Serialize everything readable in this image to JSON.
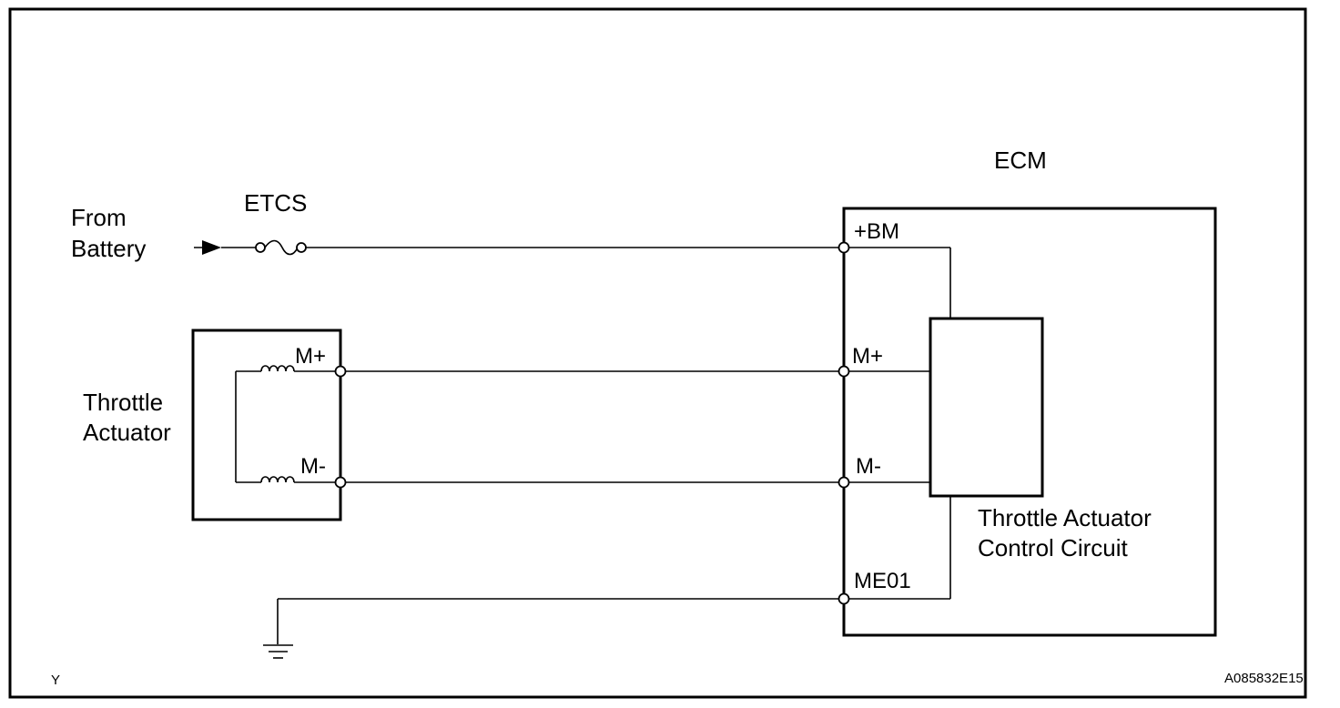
{
  "labels": {
    "from_battery_line1": "From",
    "from_battery_line2": "Battery",
    "fuse": "ETCS",
    "ecm": "ECM",
    "throttle_actuator_line1": "Throttle",
    "throttle_actuator_line2": "Actuator",
    "control_circuit_line1": "Throttle Actuator",
    "control_circuit_line2": "Control Circuit",
    "corner_left": "Y",
    "figure_code": "A085832E15"
  },
  "pins": {
    "bm": "+BM",
    "ecm_m_plus": "M+",
    "ecm_m_minus": "M-",
    "me01": "ME01",
    "act_m_plus": "M+",
    "act_m_minus": "M-"
  }
}
